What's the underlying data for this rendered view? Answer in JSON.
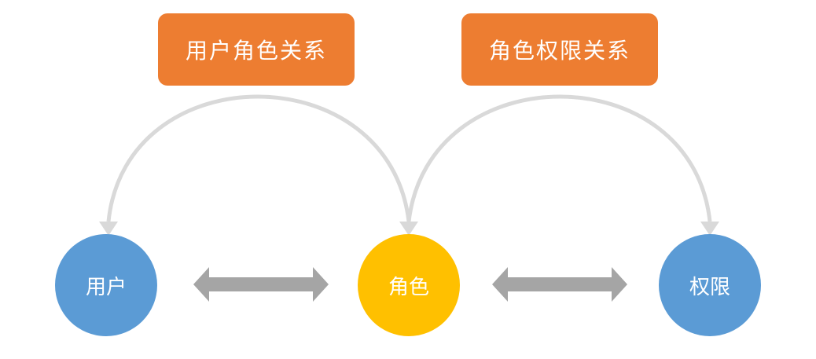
{
  "relations": [
    {
      "id": "user-role",
      "label": "用户角色关系",
      "color": "#ED7D31"
    },
    {
      "id": "role-permission",
      "label": "角色权限关系",
      "color": "#ED7D31"
    }
  ],
  "nodes": [
    {
      "id": "user",
      "label": "用户",
      "color": "#5B9BD5"
    },
    {
      "id": "role",
      "label": "角色",
      "color": "#FFC000"
    },
    {
      "id": "permission",
      "label": "权限",
      "color": "#5B9BD5"
    }
  ],
  "colors": {
    "arc": "#D9D9D9",
    "double_arrow": "#A5A5A5",
    "text": "#FFFFFF"
  }
}
